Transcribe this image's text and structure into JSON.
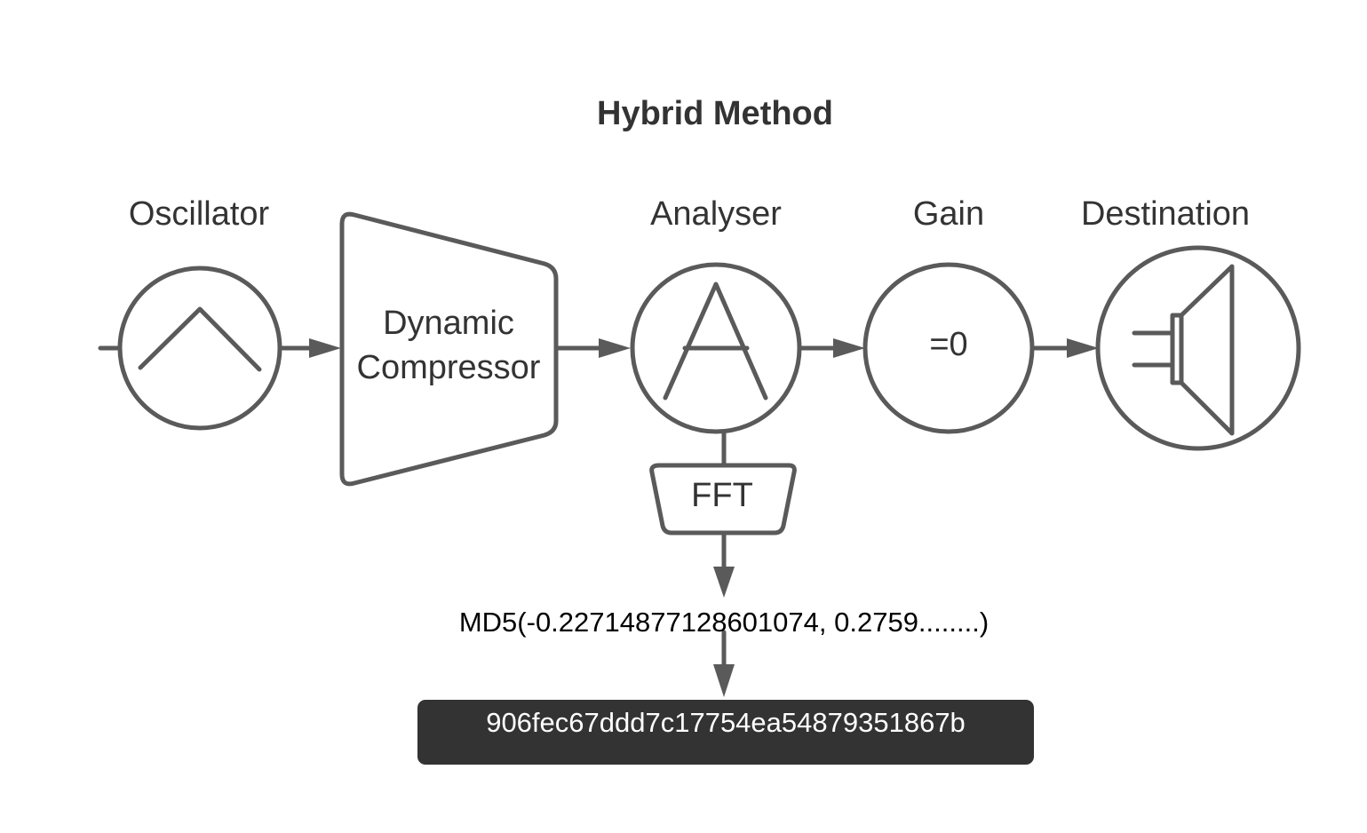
{
  "title": "Hybrid Method",
  "nodes": {
    "oscillator": {
      "label": "Oscillator",
      "icon": "triangle-wave-icon"
    },
    "compressor": {
      "label_line1": "Dynamic",
      "label_line2": "Compressor"
    },
    "analyser": {
      "label": "Analyser",
      "icon": "letter-a-icon"
    },
    "gain": {
      "label": "Gain",
      "value": "=0"
    },
    "destination": {
      "label": "Destination",
      "icon": "speaker-icon"
    },
    "fft": {
      "label": "FFT"
    }
  },
  "md5_expression": "MD5(-0.22714877128601074, 0.2759........)",
  "hash_result": "906fec67ddd7c17754ea54879351867b",
  "colors": {
    "stroke": "#5a5a5a",
    "text": "#333333",
    "hash_box": "#333333",
    "hash_text": "#ffffff"
  }
}
